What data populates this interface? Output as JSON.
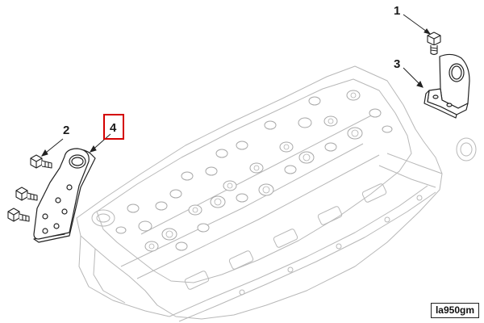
{
  "callouts": [
    {
      "id": "1",
      "label": "1"
    },
    {
      "id": "2",
      "label": "2"
    },
    {
      "id": "3",
      "label": "3"
    },
    {
      "id": "4",
      "label": "4"
    }
  ],
  "highlighted_callout": "4",
  "highlight_color": "#d40000",
  "reference_code": "la950gm",
  "line_color": "#222222",
  "ghost_color": "#b8b8b8"
}
